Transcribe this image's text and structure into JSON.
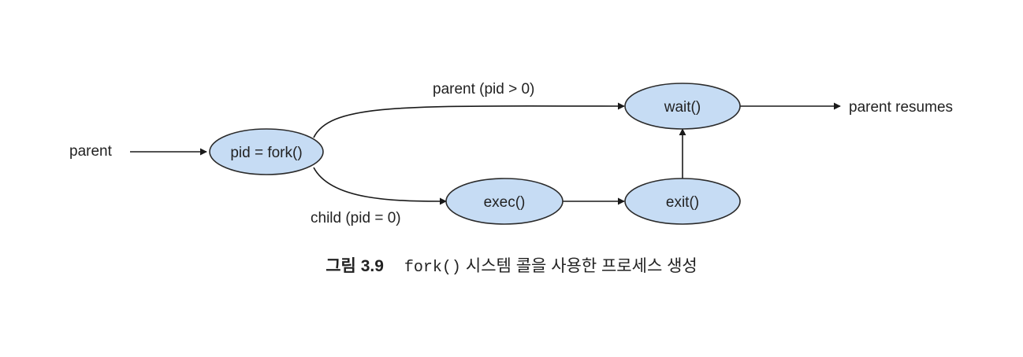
{
  "diagram": {
    "start_label": "parent",
    "end_label": "parent resumes",
    "edge_labels": {
      "parent_branch": "parent (pid > 0)",
      "child_branch": "child (pid = 0)"
    },
    "nodes": {
      "fork": "pid = fork()",
      "wait": "wait()",
      "exec": "exec()",
      "exit": "exit()"
    },
    "colors": {
      "node_fill": "#c6dcf4",
      "stroke": "#1a1a1a"
    }
  },
  "caption": {
    "figure_label": "그림 3.9",
    "code": "fork()",
    "text": "시스템 콜을 사용한 프로세스 생성"
  }
}
